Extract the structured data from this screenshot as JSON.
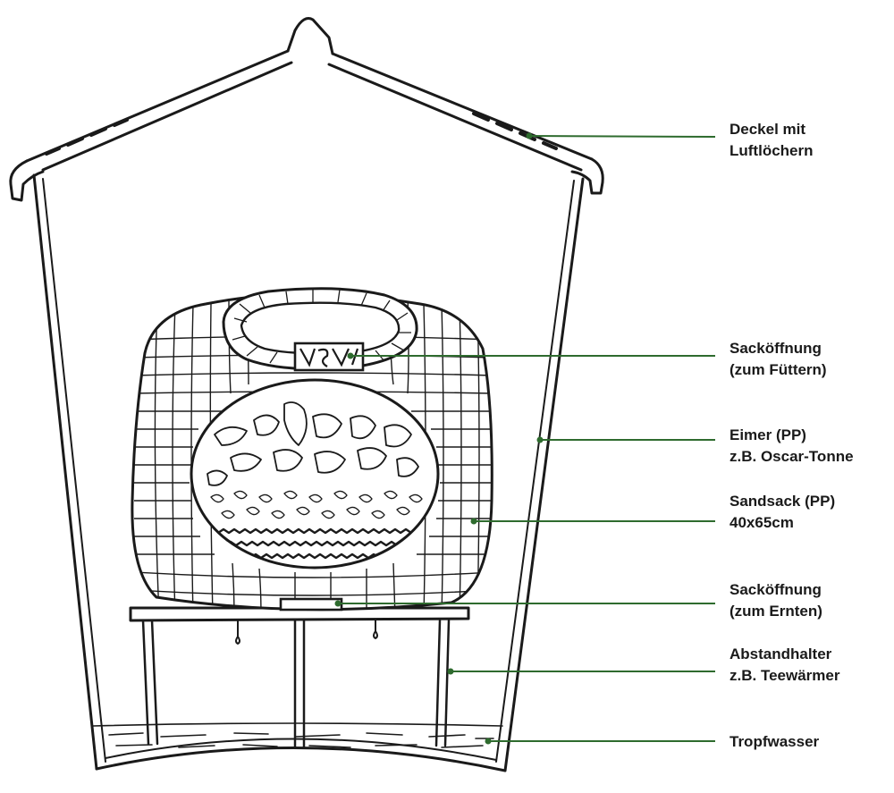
{
  "colors": {
    "ink": "#1a1a1a",
    "leader": "#2e6b2e",
    "paper": "#ffffff"
  },
  "labels": {
    "lid": {
      "line1": "Deckel mit",
      "line2": "Luftlöchern"
    },
    "feed_opening": {
      "line1": "Sacköffnung",
      "line2": "(zum Füttern)"
    },
    "bucket": {
      "line1": "Eimer (PP)",
      "line2": "z.B. Oscar-Tonne"
    },
    "sandbag": {
      "line1": "Sandsack (PP)",
      "line2": "40x65cm"
    },
    "harvest_opening": {
      "line1": "Sacköffnung",
      "line2": "(zum Ernten)"
    },
    "spacer": {
      "line1": "Abstandhalter",
      "line2": "z.B. Teewärmer"
    },
    "drip_water": {
      "line1": "Tropfwasser"
    }
  }
}
